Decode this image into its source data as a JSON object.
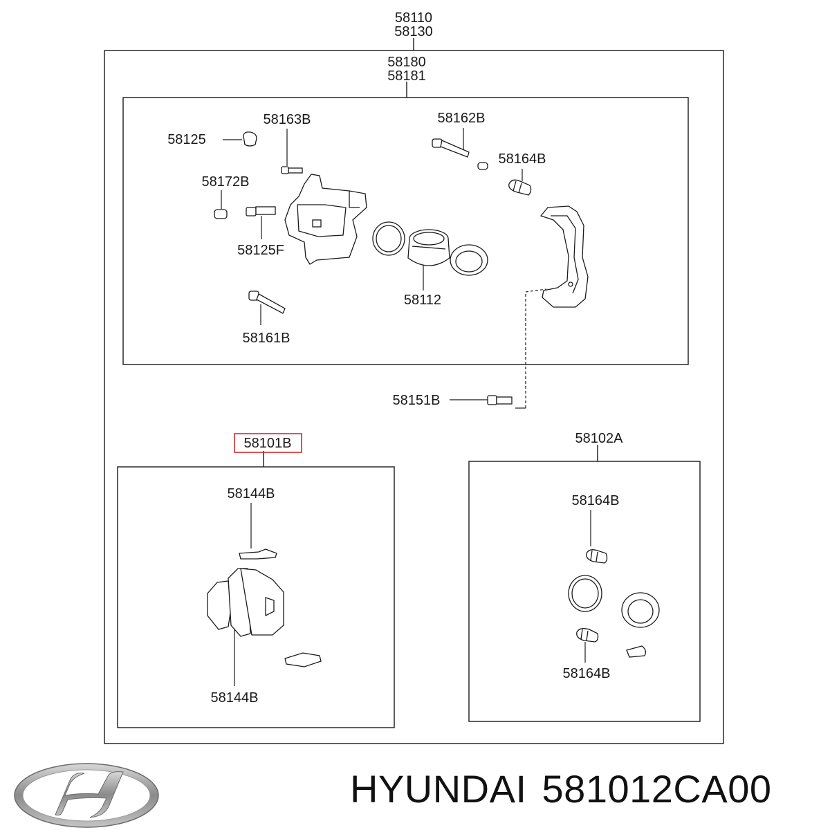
{
  "labels": {
    "assembly_top_1": "58110",
    "assembly_top_2": "58130",
    "caliper_kit_1": "58180",
    "caliper_kit_2": "58181",
    "p_58125": "58125",
    "p_58163b": "58163B",
    "p_58162b": "58162B",
    "p_58164b_upper": "58164B",
    "p_58172b": "58172B",
    "p_58125f": "58125F",
    "p_58112": "58112",
    "p_58161b": "58161B",
    "p_58151b": "58151B",
    "pad_kit": "58101B",
    "seal_kit": "58102A",
    "p_58144b_top": "58144B",
    "p_58144b_bottom": "58144B",
    "p_58164b_kit_top": "58164B",
    "p_58164b_kit_bottom": "58164B"
  },
  "highlight_color": "#d42a2a",
  "footer": {
    "brand": "HYUNDAI",
    "part_number": "581012CA00"
  },
  "logo_icon": "hyundai-logo"
}
